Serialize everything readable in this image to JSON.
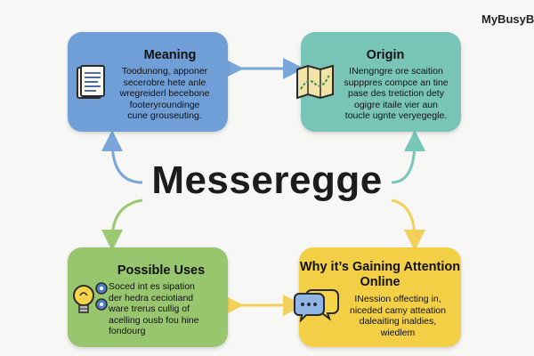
{
  "brand": "MyBusyB",
  "center": {
    "title": "Messeregge"
  },
  "nodes": {
    "meaning": {
      "title": "Meaning",
      "desc": "Toodunong, apponer\nsecerobre hete anle\nwregreiderl becebone\nfooteryroundinge\ncune grouseuting.",
      "icon": "book-icon"
    },
    "origin": {
      "title": "Origin",
      "desc": "INengngre ore scaition\nsupppres compce an tine\npase des tretiction dety\nogigre itaile vier aun\ntoucle ugnte veryegegle.",
      "icon": "map-icon"
    },
    "uses": {
      "title": "Possible Uses",
      "desc": "Soced int es sipation\nder hedra ceciotiand\nware trerus cullig of\nacelling ousb fou hine\nfondourg",
      "icon": "lightbulb-gears-icon"
    },
    "why": {
      "title": "Why it’s Gaining Attention Online",
      "desc": "INession offecting in,\nniceded camy atteation\ndaleaiting inaldies,\nwiedlem",
      "icon": "speech-bubbles-icon"
    }
  },
  "colors": {
    "meaning": "#6f9fd6",
    "origin": "#78c5b8",
    "uses": "#98c66f",
    "why": "#f3cf45",
    "arrow_blue": "#7aa6da",
    "arrow_teal": "#79c7b9",
    "arrow_green": "#9cc873",
    "arrow_yellow": "#f2d15a"
  }
}
